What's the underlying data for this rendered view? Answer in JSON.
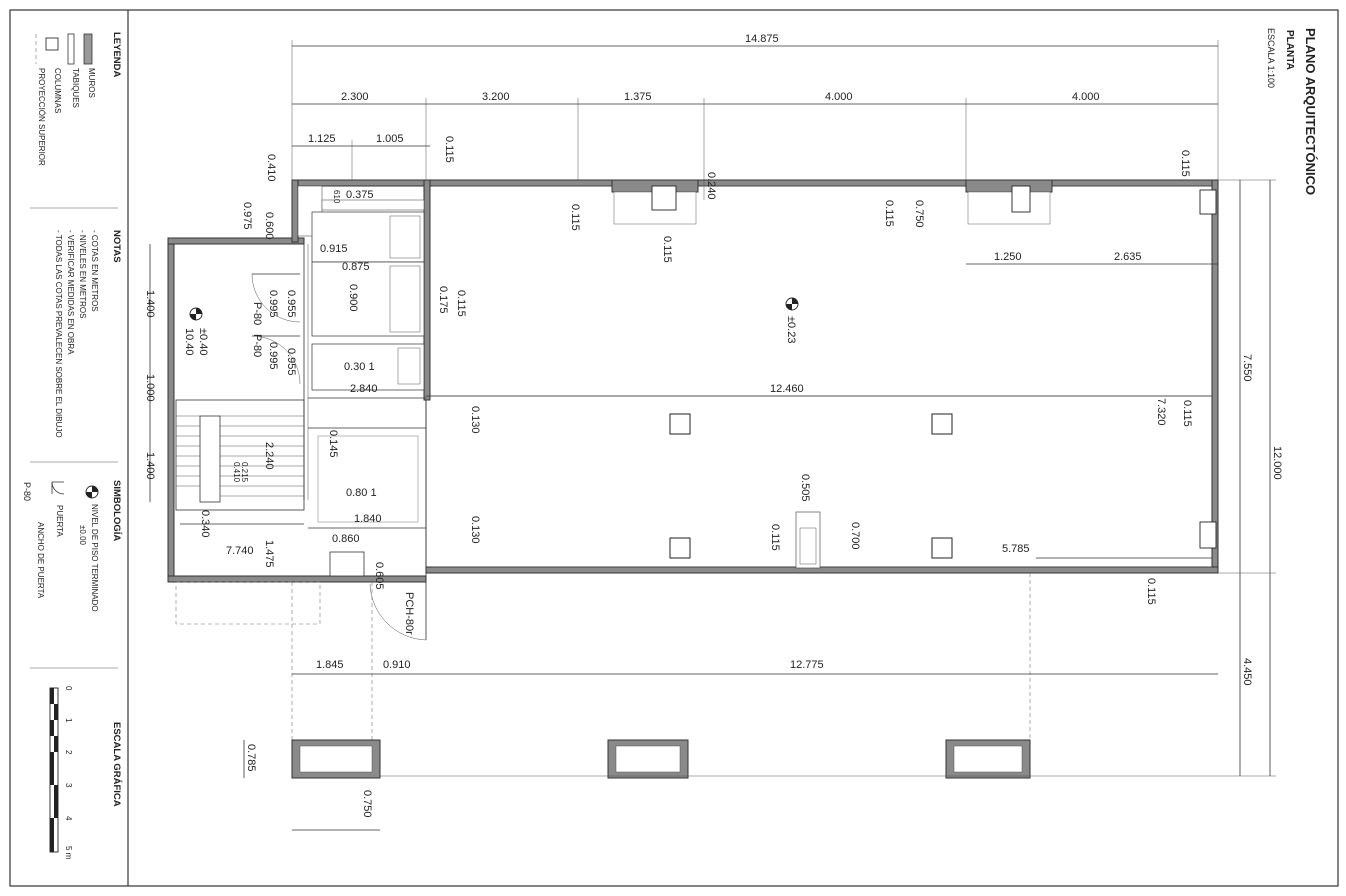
{
  "title_block": {
    "title": "PLANO ARQUITECTÓNICO",
    "subtitle": "PLANTA",
    "scale": "ESCALA 1:100"
  },
  "legend": {
    "heading": "LEYENDA",
    "items": [
      "MUROS",
      "TABIQUES",
      "COLUMNAS",
      "PROYECCIÓN SUPERIOR"
    ]
  },
  "notes": {
    "heading": "NOTAS",
    "items": [
      "- COTAS EN METROS",
      "- NIVELES EN METROS",
      "- VERIFICAR MEDIDAS EN OBRA",
      "- TODAS LAS COTAS PREVALECEN SOBRE EL DIBUJO"
    ]
  },
  "symbology": {
    "heading": "SIMBOLOGÍA",
    "level_label": "NIVEL DE PISO TERMINADO",
    "level_value": "±0.00",
    "door_label": "PUERTA",
    "door_width_label": "ANCHO DE PUERTA",
    "door_code": "P-80"
  },
  "graphic_scale": {
    "heading": "ESCALA GRÁFICA",
    "ticks": [
      "0",
      "1",
      "2",
      "3",
      "4",
      "5 m"
    ]
  },
  "levels": {
    "main": "±0.23",
    "left_a": "±0.40",
    "left_b": "10.40"
  },
  "doors": [
    "P-80",
    "P-80",
    "PCH-80r"
  ],
  "dims_top": {
    "overall": "14.875",
    "segments": [
      "2.300",
      "3.200",
      "1.375",
      "4.000",
      "4.000"
    ],
    "sub": [
      "1.125",
      "1.005"
    ]
  },
  "dims_right": {
    "overall": "12.000",
    "upper": "7.550",
    "lower": "4.450",
    "inner": "7.320"
  },
  "dims_bottom": {
    "segments": [
      "1.845",
      "0.910",
      "12.775"
    ]
  },
  "dims_left": [
    "1.400",
    "1.000",
    "1.400"
  ],
  "dims_misc": {
    "d0115": "0.115",
    "d0410": "0.410",
    "d0975": "0.975",
    "d0600": "0.600",
    "d0375": "0.375",
    "d610": "610",
    "d0915": "0.915",
    "d0875": "0.875",
    "d0955": "0.955",
    "d0995": "0.995",
    "d0900": "0.900",
    "d0175": "0.175",
    "d0301": "0.30 1",
    "d2840": "2.840",
    "d12460": "12.460",
    "d0130": "0.130",
    "d0240": "0.240",
    "d0750": "0.750",
    "d1250": "1.250",
    "d2635": "2.635",
    "d0145": "0.145",
    "d2240": "2.240",
    "d0215": "0.215",
    "d0410b": "0.410",
    "d0801": "0.80 1",
    "d0505": "0.505",
    "d0700": "0.700",
    "d5785": "5.785",
    "d1840": "1.840",
    "d0340": "0.340",
    "d7740": "7.740",
    "d1475": "1.475",
    "d0860": "0.860",
    "d0605": "0.605",
    "d0785": "0.785"
  }
}
